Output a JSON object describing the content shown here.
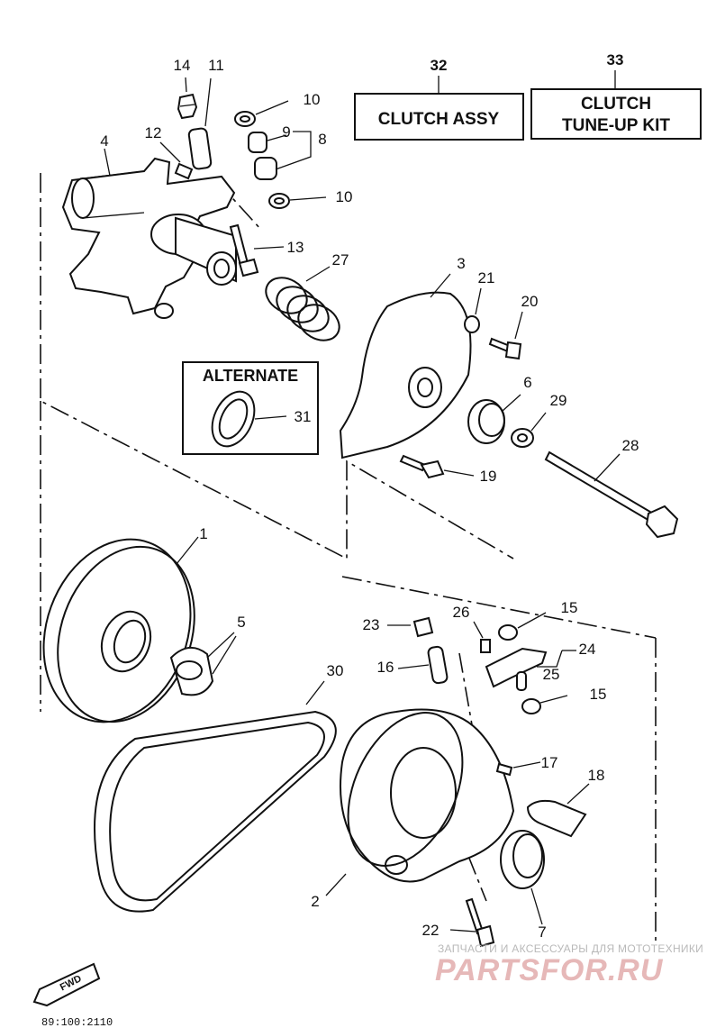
{
  "boxes": {
    "clutch_assy": {
      "ref": "32",
      "label": "CLUTCH ASSY"
    },
    "tune_up_kit": {
      "ref": "33",
      "line1": "CLUTCH",
      "line2": "TUNE-UP KIT"
    },
    "alternate": {
      "label": "ALTERNATE",
      "ref": "31"
    }
  },
  "callouts": [
    "14",
    "11",
    "10",
    "12",
    "9",
    "8",
    "4",
    "10",
    "13",
    "27",
    "3",
    "21",
    "20",
    "6",
    "29",
    "28",
    "19",
    "1",
    "5",
    "30",
    "23",
    "26",
    "15",
    "24",
    "16",
    "25",
    "15",
    "17",
    "18",
    "2",
    "7",
    "22"
  ],
  "fwd_label": "FWD",
  "drawing_code": "89:100:2110",
  "watermark": {
    "caption": "ЗАПЧАСТИ И АКСЕССУАРЫ ДЛЯ МОТОТЕХНИКИ",
    "logo": "PARTSFOR.RU"
  }
}
